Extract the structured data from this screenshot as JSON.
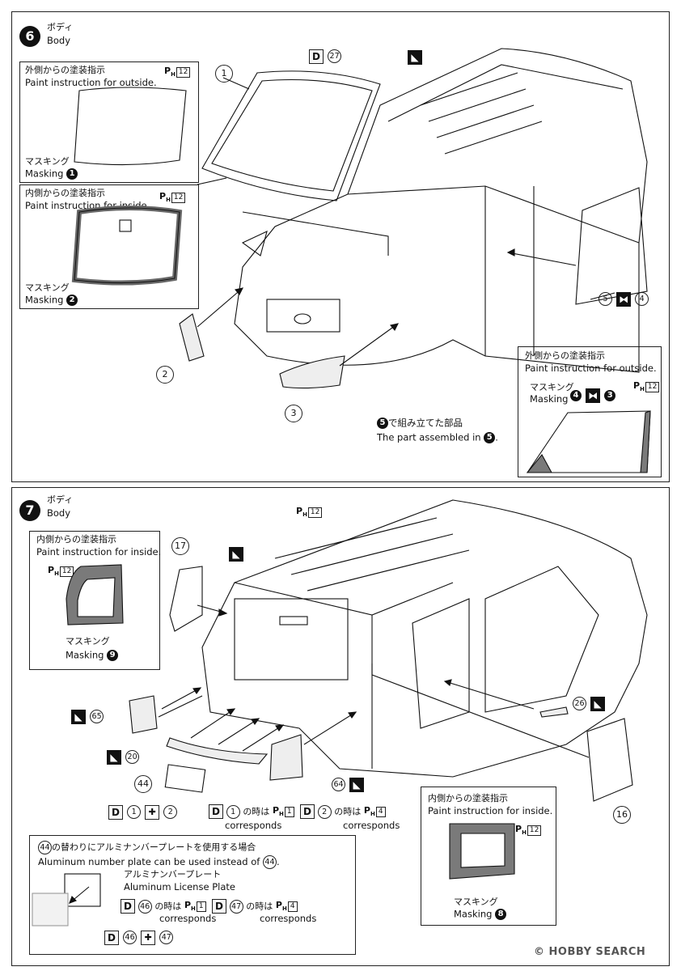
{
  "step6": {
    "number": "6",
    "title_jp": "ボディ",
    "title_en": "Body",
    "outside_box": {
      "jp": "外側からの塗装指示",
      "en": "Paint instruction for outside.",
      "ph": "P",
      "ph_sub": "H",
      "ph_num": "12",
      "mask_jp": "マスキング",
      "mask_en": "Masking",
      "mask_num": "1"
    },
    "inside_box": {
      "jp": "内側からの塗装指示",
      "en": "Paint instruction for inside.",
      "ph": "P",
      "ph_sub": "H",
      "ph_num": "12",
      "mask_jp": "マスキング",
      "mask_en": "Masking",
      "mask_num": "2"
    },
    "d_label": "D",
    "d_num": "27",
    "parts": [
      "1",
      "2",
      "3",
      "5",
      "4"
    ],
    "right_box": {
      "jp": "外側からの塗装指示",
      "en": "Paint instruction for outside.",
      "mask_jp": "マスキング",
      "mask_en": "Masking",
      "mask_a": "4",
      "mask_b": "3",
      "ph": "P",
      "ph_sub": "H",
      "ph_num": "12"
    },
    "assembled_jp": "で組み立てた部品",
    "assembled_en": "The part assembled in",
    "assembled_num": "5",
    "assembled_end": "."
  },
  "step7": {
    "number": "7",
    "title_jp": "ボディ",
    "title_en": "Body",
    "ph_roof": "P",
    "ph_roof_sub": "H",
    "ph_roof_num": "12",
    "inside_box": {
      "jp": "内側からの塗装指示",
      "en": "Paint instruction for inside.",
      "ph": "P",
      "ph_sub": "H",
      "ph_num": "12",
      "mask_jp": "マスキング",
      "mask_en": "Masking",
      "mask_num": "9"
    },
    "parts": [
      "17",
      "65",
      "20",
      "44",
      "64",
      "26",
      "16"
    ],
    "d_row": {
      "d": "D",
      "a": "1",
      "b": "2"
    },
    "corr1": {
      "d": "D",
      "n1": "1",
      "text1": "の時は",
      "ph1": "1",
      "d2": "D",
      "n2": "2",
      "text2": "の時は",
      "ph2": "4",
      "corr": "corresponds"
    },
    "inside_box2": {
      "jp": "内側からの塗装指示",
      "en": "Paint instruction for inside.",
      "ph": "P",
      "ph_sub": "H",
      "ph_num": "12",
      "mask_jp": "マスキング",
      "mask_en": "Masking",
      "mask_num": "8"
    },
    "alu": {
      "line1_num": "44",
      "line1_jp": "の替わりにアルミナンバープレートを使用する場合",
      "line2_en": "Aluminum number plate can be used instead of",
      "line2_num": "44",
      "line2_end": ".",
      "plate_jp": "アルミナンバープレート",
      "plate_en": "Aluminum License Plate",
      "d1": "D",
      "n1": "46",
      "t1": "の時は",
      "ph1": "1",
      "d2": "D",
      "n2": "47",
      "t2": "の時は",
      "ph2": "4",
      "corr": "corresponds",
      "d3": "D",
      "n3a": "46",
      "n3b": "47"
    }
  },
  "watermark": "HOBBY SEARCH",
  "colors": {
    "ink": "#111111",
    "paint_fill": "#7a7a7a",
    "box_border": "#222222"
  }
}
